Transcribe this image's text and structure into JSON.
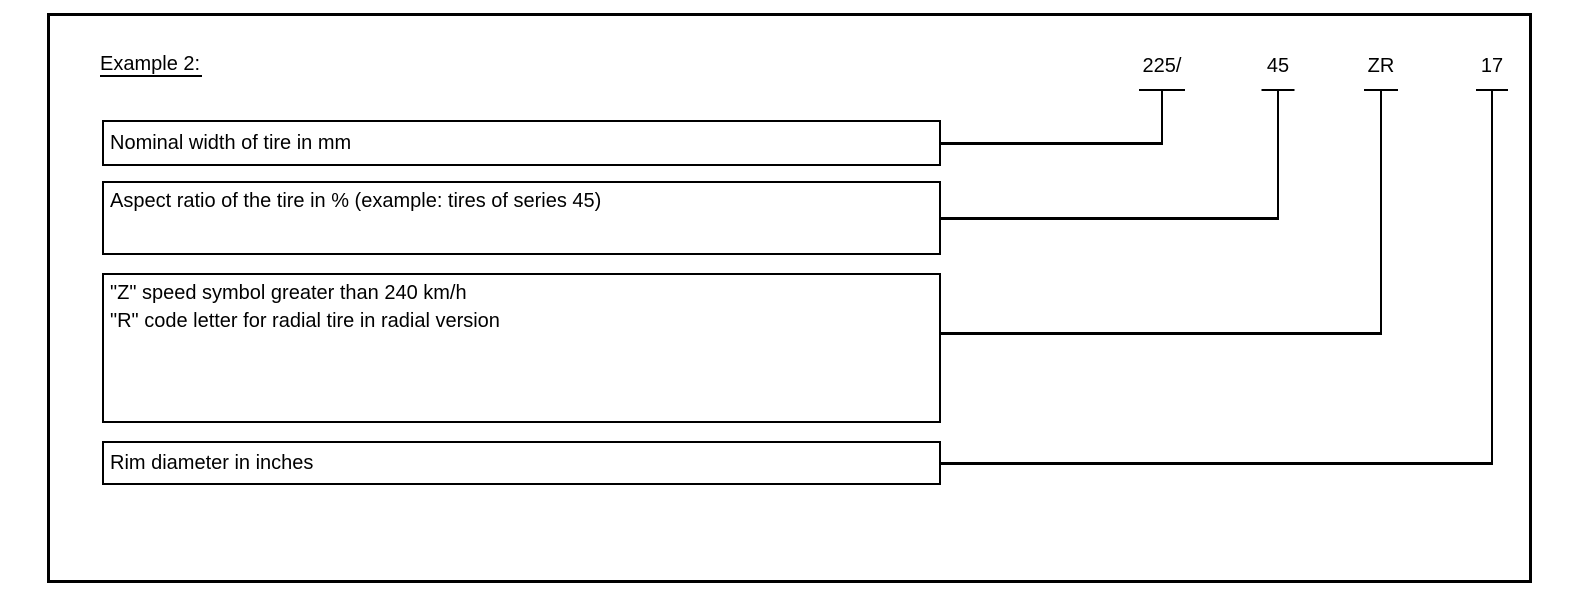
{
  "title": "Example 2:",
  "tire_code": {
    "parts": [
      {
        "text": "225/",
        "meaning": "Nominal width of tire in mm"
      },
      {
        "text": "45",
        "meaning": "Aspect ratio of the tire in % (example: tires of series 45)"
      },
      {
        "text": "ZR",
        "meaning": "\"Z\" speed symbol greater than 240 km/h\n\"R\" code letter for radial tire in radial version"
      },
      {
        "text": "17",
        "meaning": "Rim diameter in inches"
      }
    ]
  },
  "colors": {
    "line": "#000000",
    "text": "#000000",
    "background": "#ffffff"
  }
}
